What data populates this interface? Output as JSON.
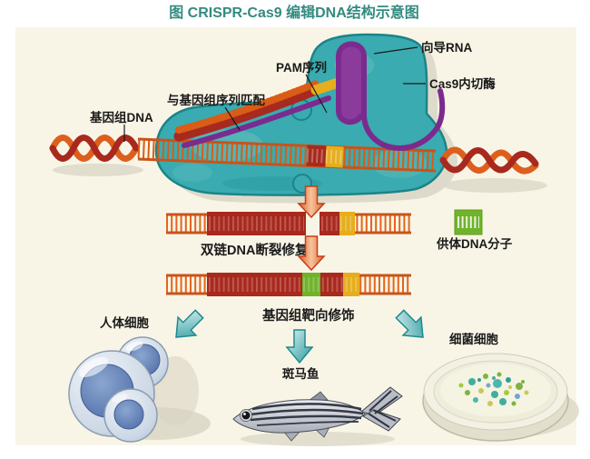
{
  "title": "图 CRISPR-Cas9 编辑DNA结构示意图",
  "labels": {
    "guide_rna": "向导RNA",
    "pam_sequence": "PAM序列",
    "cas9_endonuclease": "Cas9内切酶",
    "genome_sequence_match": "与基因组序列匹配",
    "genomic_dna": "基因组DNA",
    "dsdna_break_repair": "双链DNA断裂修复",
    "donor_dna_molecule": "供体DNA分子",
    "genome_targeted_modification": "基因组靶向修饰",
    "human_cells": "人体细胞",
    "zebrafish": "斑马鱼",
    "bacterial_cells": "细菌细胞"
  },
  "colors": {
    "title_text": "#338b80",
    "panel_background": "#f9f5e6",
    "cas9_body_teal": "#3aabb0",
    "cas9_outline": "#1c8489",
    "guide_rna_purple": "#7b2b8e",
    "dna_orange": "#dd5f1d",
    "dna_dark_red": "#a8291d",
    "pam_yellow": "#e6ae1d",
    "donor_green": "#6fb32a",
    "process_arrow_orange": "#dd5f25",
    "outcome_arrow_teal": "#2a9aa0",
    "label_text": "#1a1a1a"
  }
}
